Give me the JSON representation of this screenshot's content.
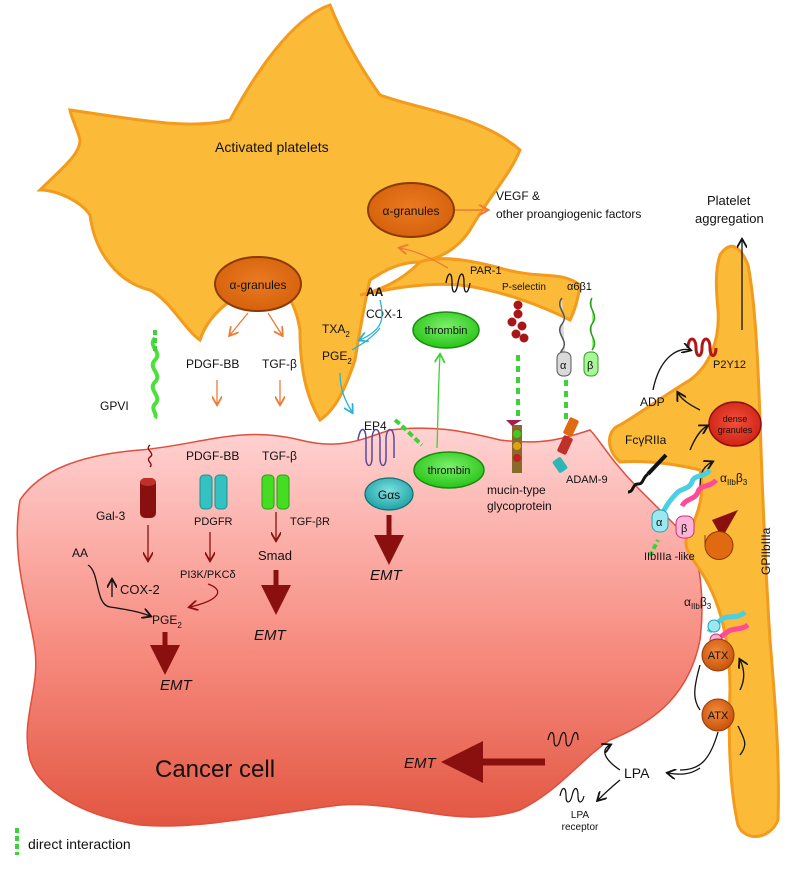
{
  "platelet": {
    "title": "Activated platelets",
    "alpha_granules_1": "α-granules",
    "alpha_granules_2": "α-granules",
    "vegf_line1": "VEGF &",
    "vegf_line2": "other proangiogenic factors",
    "aa": "AA",
    "cox1": "COX-1",
    "txa2": "TXA",
    "txa2_sub": "2",
    "pge2": "PGE",
    "pge2_sub": "2",
    "par1": "PAR-1",
    "thrombin_top": "thrombin",
    "p_selectin": "P-selectin",
    "a6b1": "α6β1",
    "alpha": "α",
    "beta": "β",
    "pdgf_bb_top": "PDGF-BB",
    "tgfb_top": "TGF-β",
    "gpvi": "GPVI"
  },
  "right_platelet": {
    "aggregation_line1": "Platelet",
    "aggregation_line2": "aggregation",
    "p2y12": "P2Y12",
    "adp": "ADP",
    "dense_line1": "dense",
    "dense_line2": "granules",
    "fcgriia": "FcγRIIa",
    "aiib": "α",
    "aiib_sub": "IIb",
    "b3": "β",
    "b3_sub": "3",
    "gpiibiiia": "GPIIbIIIa",
    "iibiiia_like": "IIbIIIa -like",
    "aiib2": "α",
    "aiib2_sub": "IIb",
    "b3_2": "β",
    "b3_2_sub": "3",
    "atx1": "ATX",
    "atx2": "ATX",
    "alpha": "α",
    "beta": "β"
  },
  "cancer": {
    "title": "Cancer cell",
    "pdgf_bb": "PDGF-BB",
    "tgfb": "TGF-β",
    "ep4": "EP4",
    "thrombin": "thrombin",
    "gas": "Gαs",
    "gal3": "Gal-3",
    "pdgfr": "PDGFR",
    "tgfbr": "TGF-βR",
    "smad": "Smad",
    "pi3k": "PI3K/PKCδ",
    "aa": "AA",
    "cox2": "COX-2",
    "pge2": "PGE",
    "pge2_sub": "2",
    "mucin_line1": "mucin-type",
    "mucin_line2": "glycoprotein",
    "adam9": "ADAM-9",
    "emt1": "EMT",
    "emt2": "EMT",
    "emt3": "EMT",
    "emt4": "EMT",
    "lpa": "LPA",
    "lpa_rec_line1": "LPA",
    "lpa_rec_line2": "receptor"
  },
  "legend": {
    "direct": "direct interaction"
  },
  "colors": {
    "platelet": "#FBBA38",
    "platelet_edge": "#F29B1C",
    "granule": "#E06A10",
    "thrombin": "#3EDB2A",
    "cancer_top": "#FFC9C9",
    "cancer_bottom": "#E8624E",
    "dark_red": "#8A1010",
    "teal": "#2CB6B6",
    "green_receptor": "#3FD91F"
  }
}
